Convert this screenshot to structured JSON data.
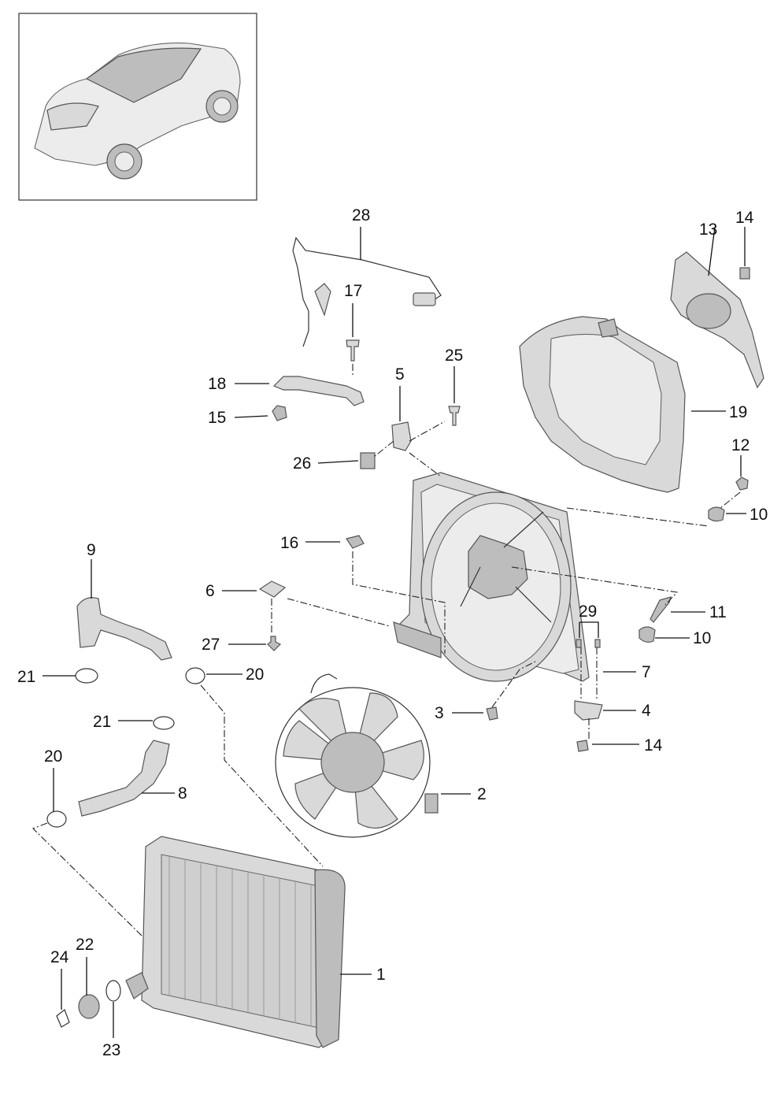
{
  "labels": {
    "l1": "1",
    "l2": "2",
    "l3": "3",
    "l4": "4",
    "l5": "5",
    "l6": "6",
    "l7": "7",
    "l8": "8",
    "l9": "9",
    "l10a": "10",
    "l10b": "10",
    "l11": "11",
    "l12": "12",
    "l13": "13",
    "l14a": "14",
    "l14b": "14",
    "l15": "15",
    "l16": "16",
    "l17": "17",
    "l18": "18",
    "l19": "19",
    "l20a": "20",
    "l20b": "20",
    "l21a": "21",
    "l21b": "21",
    "l22": "22",
    "l23": "23",
    "l24": "24",
    "l25": "25",
    "l26": "26",
    "l27": "27",
    "l28": "28",
    "l29": "29"
  }
}
